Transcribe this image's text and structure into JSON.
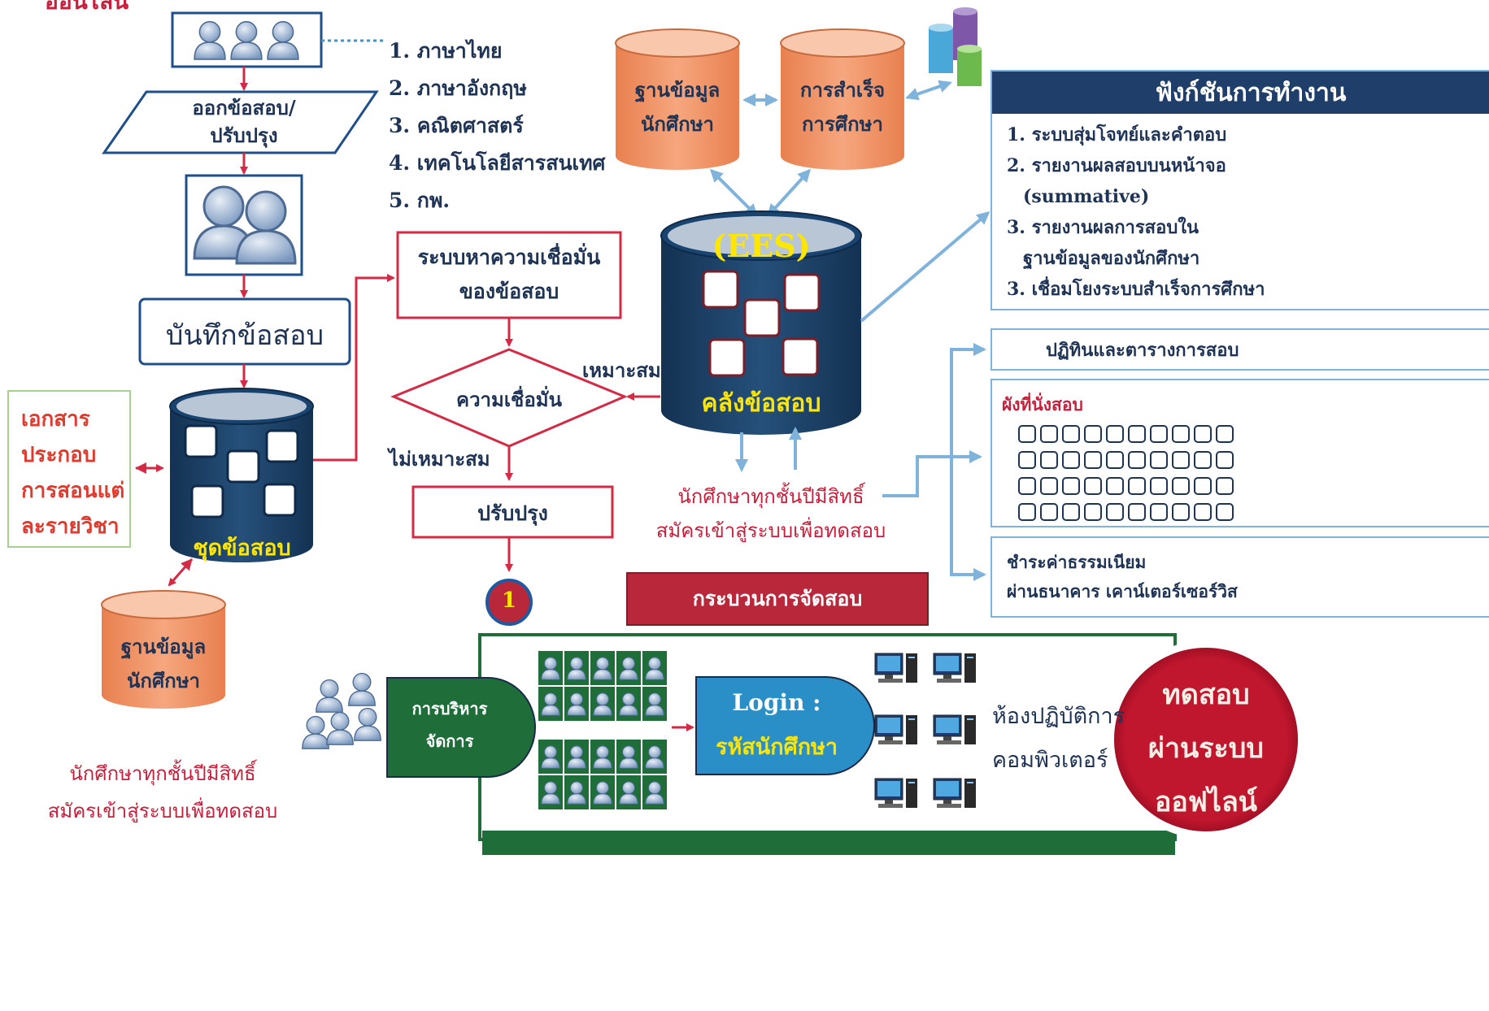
{
  "header_fragment": "ออนไลน์",
  "subjects": [
    "1. ภาษาไทย",
    "2. ภาษาอังกฤษ",
    "3. คณิตศาสตร์",
    "4. เทคโนโลยีสารสนเทศ",
    "5. กพ."
  ],
  "left_flow": {
    "create_exam": "ออกข้อสอบ/\nปรับปรุง",
    "record_exam": "บันทึกข้อสอบ",
    "documents": "เอกสาร\nประกอบ\nการสอนแต่\nละรายวิชา",
    "exam_set": "ชุดข้อสอบ",
    "student_db": "ฐานข้อมูล\nนักศึกษา"
  },
  "middle_flow": {
    "reliability_system": "ระบบหาความเชื่อมั่น\nของข้อสอบ",
    "reliability": "ความเชื่อมั่น",
    "suitable": "เหมาะสม",
    "not_suitable": "ไม่เหมาะสม",
    "revise": "ปรับปรุง",
    "connector": "1"
  },
  "top_databases": {
    "student_db": "ฐานข้อมูล\nนักศึกษา",
    "graduation": "การสำเร็จ\nการศึกษา"
  },
  "ees": {
    "label": "(EES)",
    "name": "คลังข้อสอบ"
  },
  "register_text": "นักศึกษาทุกชั้นปีมีสิทธิ์\nสมัครเข้าสู่ระบบเพื่อทดสอบ",
  "functions": {
    "title": "ฟังก์ชันการทำงาน",
    "items": [
      "1. ระบบสุ่มโจทย์และคำตอบ",
      "2. รายงานผลสอบบนหน้าจอ",
      "(summative)",
      "3. รายงานผลการสอบใน",
      "ฐานข้อมูลของนักศึกษา",
      "3. เชื่อมโยงระบบสำเร็จการศึกษา"
    ]
  },
  "calendar": "ปฏิทินและตารางการสอบ",
  "seating": {
    "title": "ผังที่นั่งสอบ",
    "rows": 4,
    "cols": 10
  },
  "payment": "ชำระค่าธรรมเนียม\nผ่านธนาคาร เคาน์เตอร์เซอร์วิส",
  "process_title": "กระบวนการจัดสอบ",
  "bottom": {
    "management": "การบริหาร\nจัดการ",
    "login": "Login :",
    "student_id": "รหัสนักศึกษา",
    "lab": "ห้องปฏิบัติการ\nคอมพิวเตอร์",
    "offline": "ทดสอบ\nผ่านระบบ\nออฟไลน์",
    "register_text": "นักศึกษาทุกชั้นปีมีสิทธิ์\nสมัครเข้าสู่ระบบเพื่อทดสอบ"
  },
  "colors": {
    "flow_red": "#d42a45",
    "navy_db": "#1d3f63",
    "orange_db": "#f0956a",
    "arrow_blue": "#7fb3dc",
    "green_mgmt": "#1f6e3a",
    "login_blue": "#2a8fc6",
    "offline_red": "#c0162e"
  },
  "icons": [
    "people-icon",
    "computer-icon",
    "database-icon"
  ]
}
